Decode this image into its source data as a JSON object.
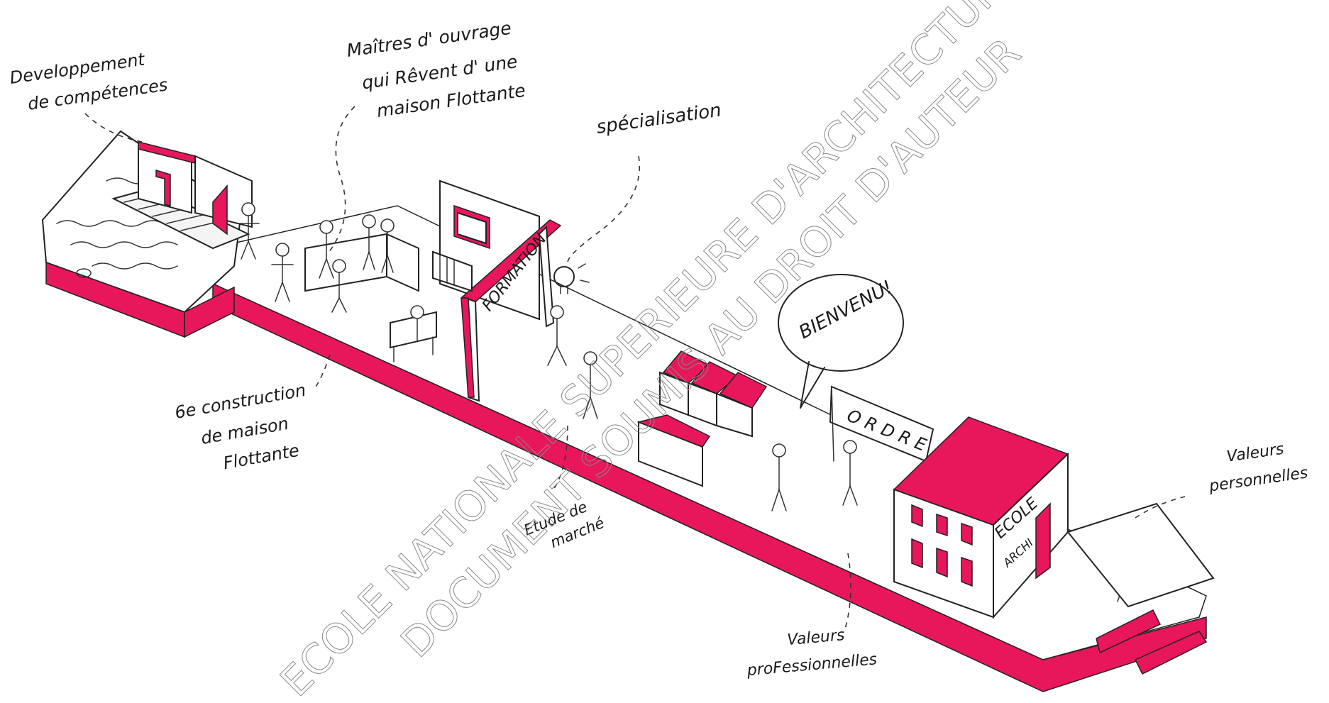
{
  "colors": {
    "accent": "#e8165a",
    "ink": "#222222"
  },
  "annotations": {
    "competences": [
      "Developpement",
      "de compétences"
    ],
    "maitres": [
      "Maîtres d' ouvrage",
      "qui Rêvent d' une",
      "maison Flottante"
    ],
    "specialisation": "spécialisation",
    "construction": [
      "6e construction",
      "de maison",
      "Flottante"
    ],
    "etude": [
      "Etude de",
      "marché"
    ],
    "valeurs_pro": [
      "Valeurs",
      "proFessionnelles"
    ],
    "valeurs_perso": [
      "Valeurs",
      "personnelles"
    ]
  },
  "labels": {
    "formation": "FORMATION",
    "bienvenu": "BIENVENU!",
    "ordre": "ORDRE",
    "ecole": "ECOLE",
    "archi": "ARCHI"
  },
  "watermark": {
    "line1": "ECOLE NATIONALE SUPERIEURE D'ARCHITECTURE DE NANTES",
    "line2": "DOCUMENT SOUMIS AU DROIT D'AUTEUR"
  }
}
